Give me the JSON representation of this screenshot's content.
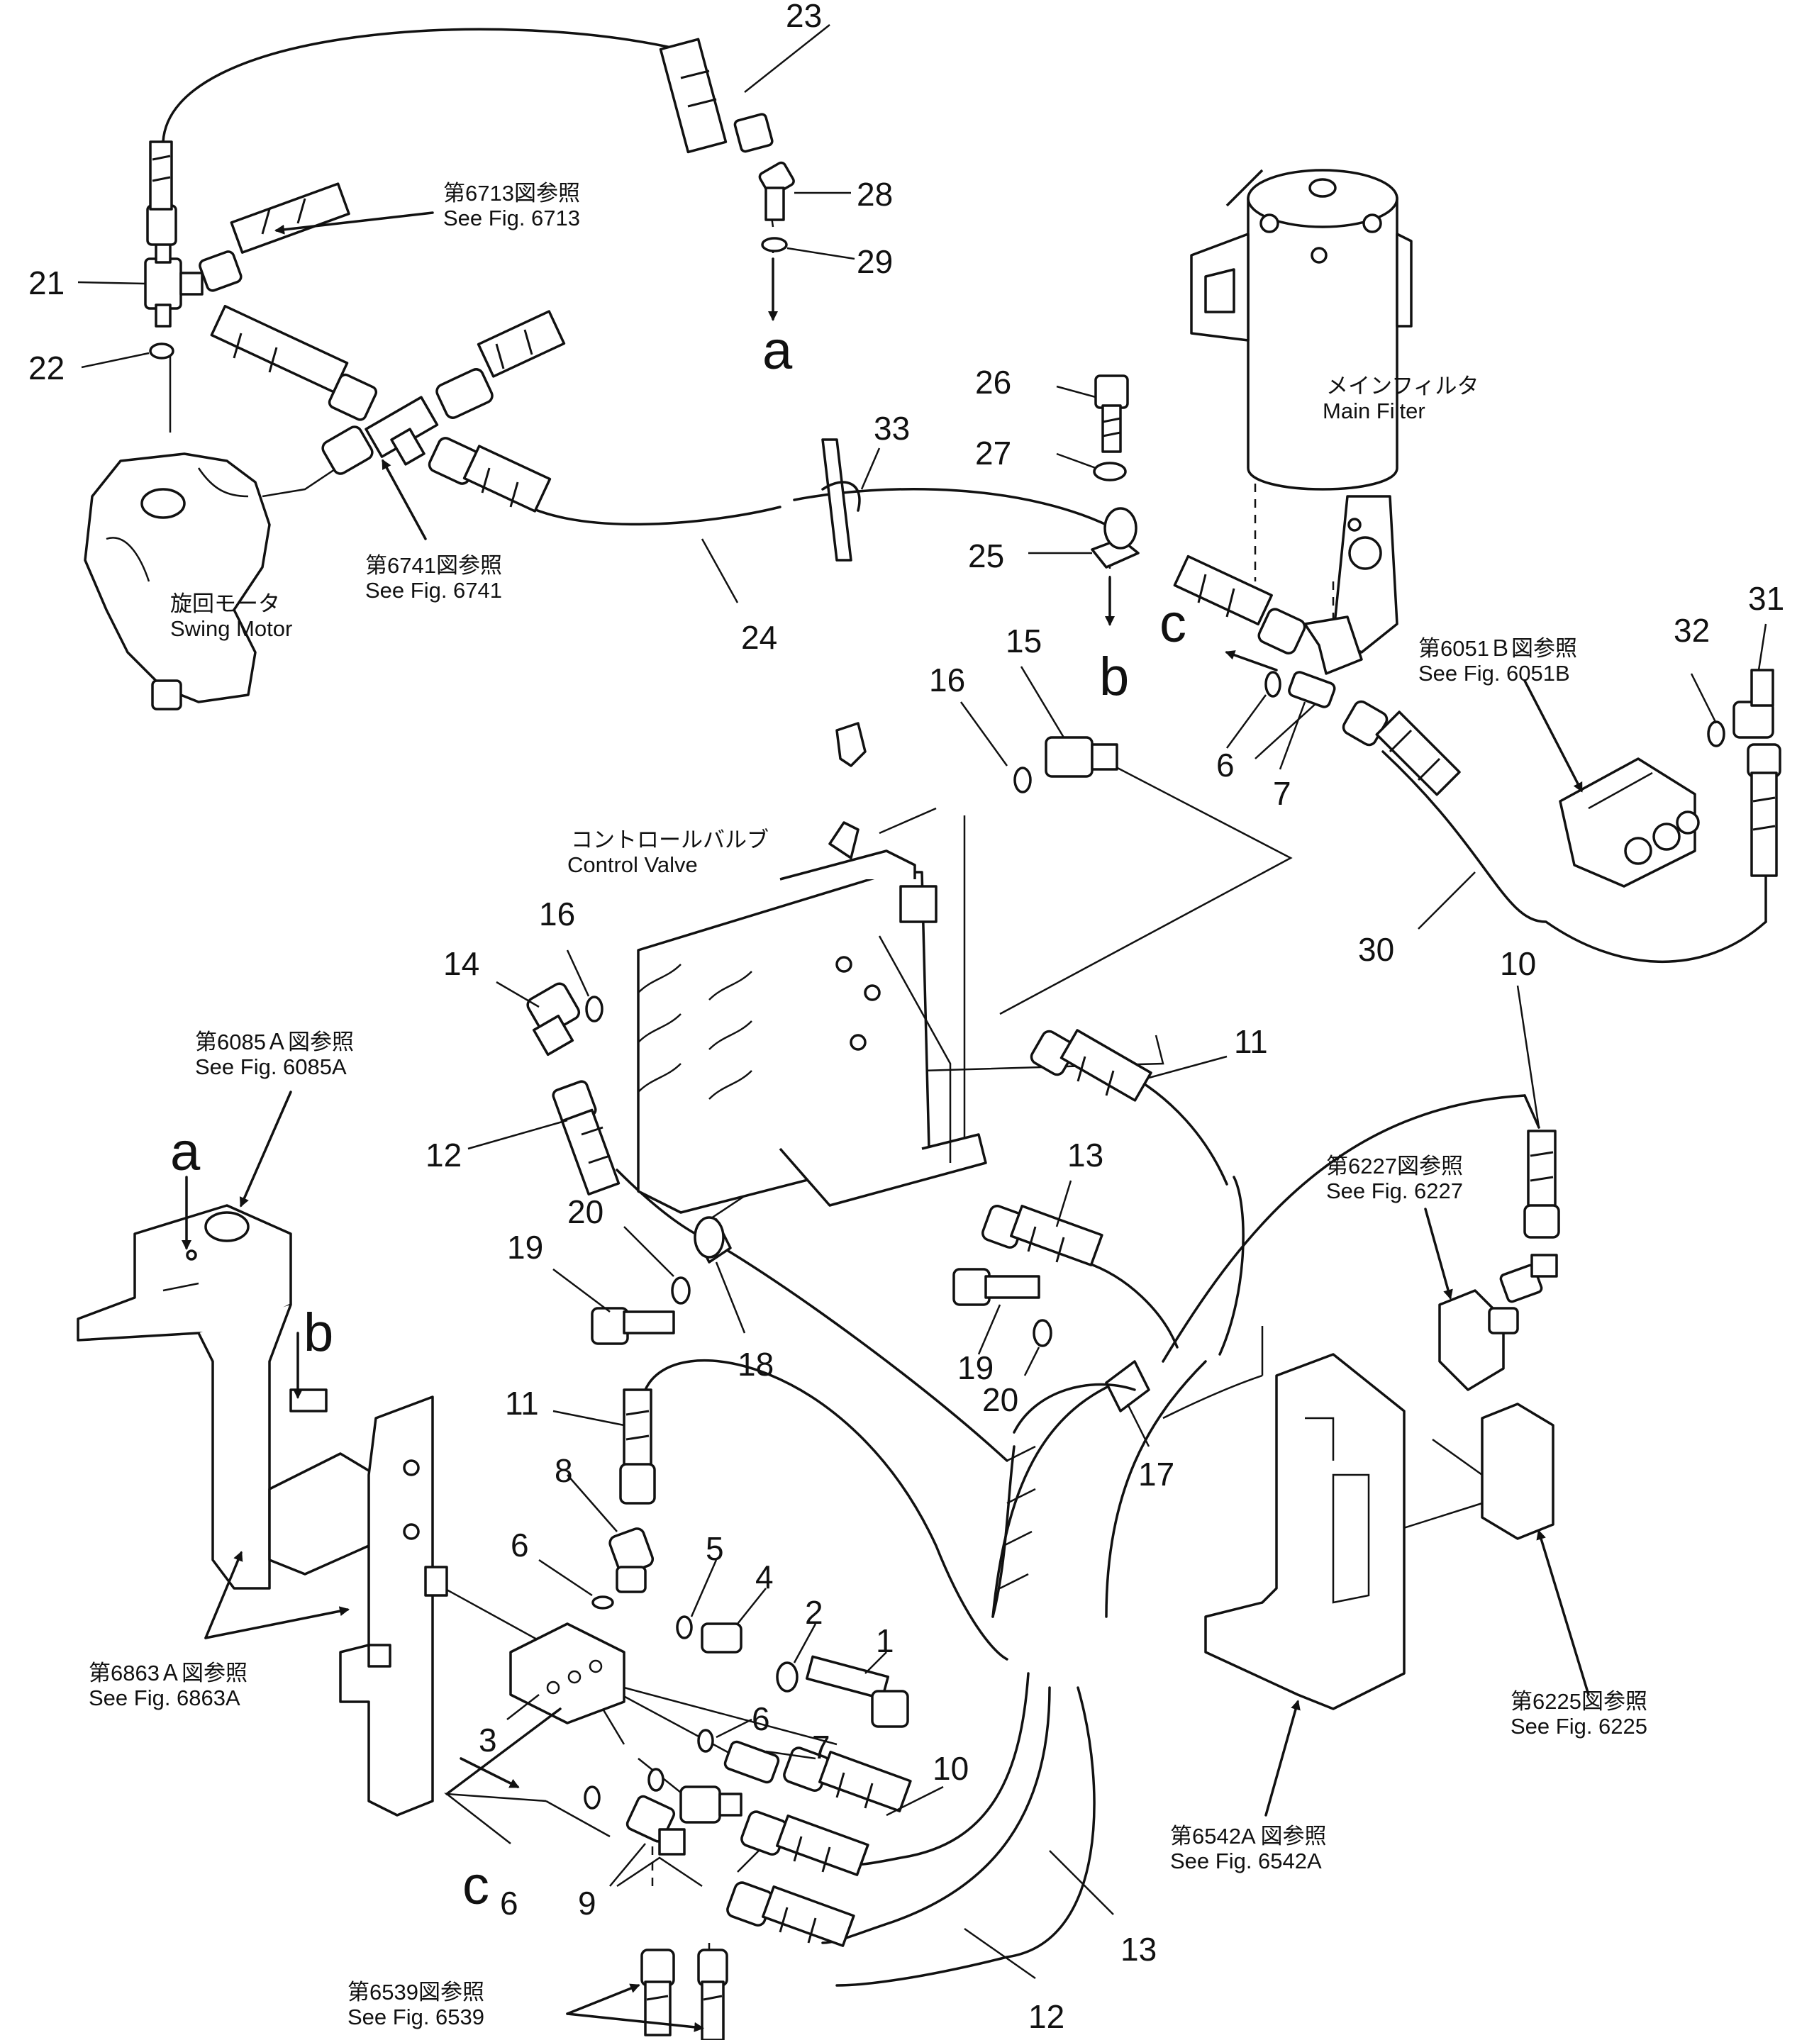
{
  "callouts": [
    "1",
    "2",
    "3",
    "4",
    "5",
    "6",
    "7",
    "8",
    "9",
    "10",
    "11",
    "12",
    "13",
    "14",
    "15",
    "16",
    "17",
    "18",
    "19",
    "20",
    "21",
    "22",
    "23",
    "24",
    "25",
    "26",
    "27",
    "28",
    "29",
    "30",
    "31",
    "32",
    "33"
  ],
  "letters": {
    "a": "a",
    "b": "b",
    "c": "c"
  },
  "references": {
    "fig6713": {
      "jp": "第6713図参照",
      "en": "See  Fig.  6713"
    },
    "fig6741": {
      "jp": "第6741図参照",
      "en": "See  Fig.  6741"
    },
    "fig6051B": {
      "jp": "第6051Ｂ図参照",
      "en": "See  Fig.  6051B"
    },
    "fig6085A": {
      "jp": "第6085Ａ図参照",
      "en": "See  Fig.  6085A"
    },
    "fig6227": {
      "jp": "第6227図参照",
      "en": "See  Fig.  6227"
    },
    "fig6863A": {
      "jp": "第6863Ａ図参照",
      "en": "See  Fig.  6863A"
    },
    "fig6225": {
      "jp": "第6225図参照",
      "en": "See  Fig.  6225"
    },
    "fig6542A": {
      "jp": "第6542A 図参照",
      "en": "See  Fig.  6542A"
    },
    "fig6539": {
      "jp": "第6539図参照",
      "en": "See  Fig.  6539"
    }
  },
  "components": {
    "main_filter": {
      "jp": "メインフィルタ",
      "en": "Main  Filter"
    },
    "control_valve": {
      "jp": "コントロールバルブ",
      "en": "Control  Valve"
    },
    "swing_motor": {
      "jp": "旋回モータ",
      "en": "Swing  Motor"
    }
  }
}
